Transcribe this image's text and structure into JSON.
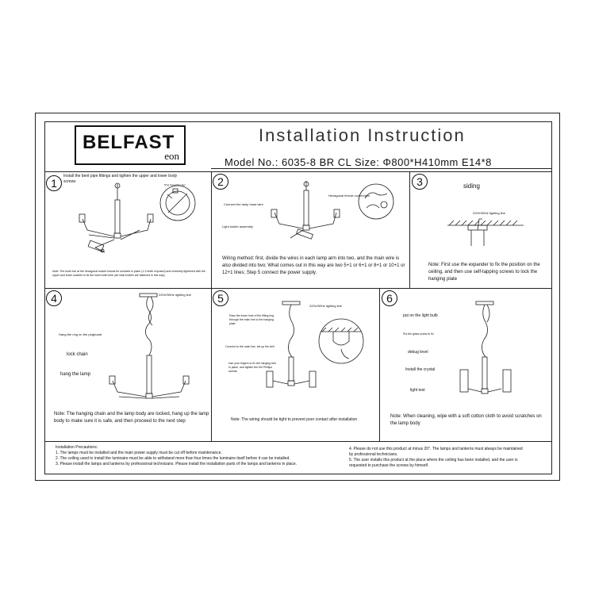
{
  "header": {
    "brand_main": "BELFAST",
    "brand_sub": "eon",
    "title": "Installation Instruction",
    "model_line": "Model No.:  6035-8 BR CL    Size: Φ800*H410mm   E14*8"
  },
  "steps": [
    {
      "number": "1",
      "text": "Install the bent pipe fittings and tighten the upper and lower body screws",
      "callout": "Ring Screw/Nut Spn",
      "note": "Note: The tooth bar at the hexagonal socket should be screwed in place (1-2 teeth exposed) and reversely tightened with the upper and lower sockets to fix the main tooth tube (all main bodies are fastened in this way)"
    },
    {
      "number": "2",
      "label_hex": "Hexagonal ferrule connection",
      "label_connect": "Connect the lamp head wire",
      "label_holder": "Light holder assembly",
      "note": "Wiring method: first, divide the wires in each lamp arm into two, and the main wire is also divided into two; What comes out in this way are two 5+1 or 6+1 or 8+1 or 10+1 or 12+1 lines; Step 5 connect the power supply."
    },
    {
      "number": "3",
      "label_siding": "siding",
      "label_power": "220V/50Hz lighting line",
      "note": "Note: First use the expander to fix the position on the ceiling, and then use self-tapping screws to lock the hanging plate"
    },
    {
      "number": "4",
      "label_power": "220V/50Hz lighting line",
      "label_ring": "Hang the ring on the pegboard",
      "label_lock": "lock chain",
      "label_hang": "hang the lamp",
      "note": "Note: The hanging chain and the lamp body are locked, hang up the lamp body to make sure it is safe, and then proceed to the next step"
    },
    {
      "number": "5",
      "label_power": "220V/50Hz lighting line",
      "label_pass": "Pass the lower hole of the lifting ring through the main line to the hanging plate",
      "label_connect": "Connect to the main line, set up the bell",
      "label_fingers": "Use your fingers to fix the hanging bell in place, and tighten the M4 Phillips screws",
      "note": "Note: The wiring should be tight to prevent poor contact after installation"
    },
    {
      "number": "6",
      "label_bulb": "put on the light bulb",
      "label_glass": "Put the glass screw to fix",
      "label_debug": "debug level",
      "label_crystal": "Install the crystal",
      "label_test": "light test",
      "note": "Note: When cleaning, wipe with a soft cotton cloth to avoid scratches on the lamp body"
    }
  ],
  "precautions": {
    "heading": "Installation Precautions:",
    "left": [
      "1. The lamps must be installed and the main power supply must be cut off before maintenance.",
      "2. The ceiling used to install the luminaire must be able to withstand more than four times the luminaire itself before it can be installed.",
      "3. Please install the lamps and lanterns by professional technicians. Please install the installation parts of the lamps and lanterns in place."
    ],
    "right": [
      "4. Please do not use this product at minus 20°. The lamps and lanterns must always be maintained",
      "by professional technicians.",
      "5. The user installs this product at the place where the ceiling has been installed, and the user is",
      "requested to purchase the screws by himself."
    ]
  }
}
